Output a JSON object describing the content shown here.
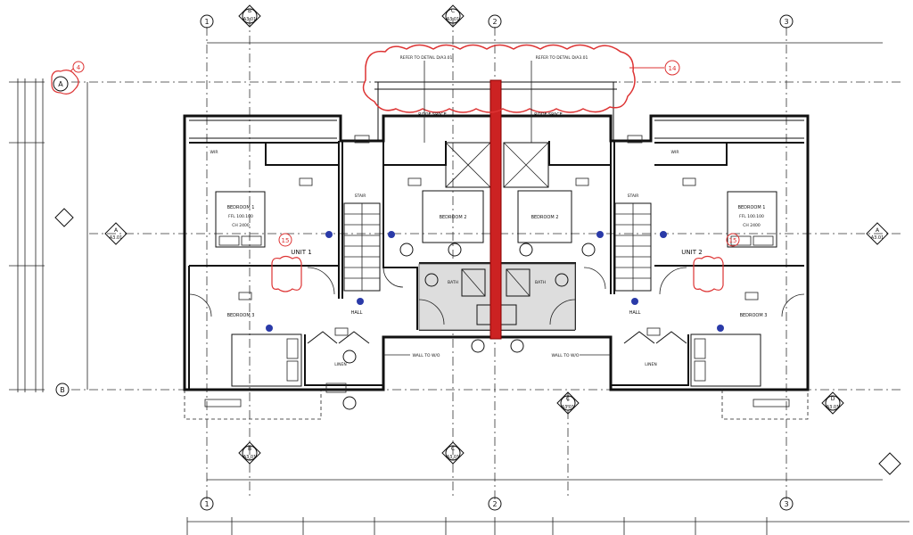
{
  "grid": {
    "columns": [
      "1",
      "2",
      "3"
    ],
    "rows": [
      "A",
      "B"
    ]
  },
  "sections": {
    "top_left": {
      "letter": "B",
      "sheet": "A3.01"
    },
    "top_mid": {
      "letter": "C",
      "sheet": "A3.01"
    },
    "bottom_left": {
      "letter": "B",
      "sheet": "A3.01"
    },
    "bottom_mid": {
      "letter": "C",
      "sheet": "A3.01"
    },
    "bottom_c": {
      "letter": "C",
      "sheet": "A3.01"
    },
    "bottom_d": {
      "letter": "D",
      "sheet": "A3.01"
    },
    "left_a": {
      "letter": "A",
      "sheet": "A3.01"
    },
    "right_a": {
      "letter": "A",
      "sheet": "A3.01"
    }
  },
  "revisions": {
    "rev4": "4",
    "rev14": "14",
    "rev15a": "15",
    "rev15b": "15"
  },
  "labels": {
    "roof_left": "ROOF SPACE",
    "roof_right": "ROOF SPACE",
    "bedroom2_left": "BEDROOM 2",
    "bedroom2_right": "BEDROOM 2",
    "bedroom1": "BEDROOM 1",
    "bedroom1_note1": "FFL 100.100",
    "bedroom1_note2": "CH 2400",
    "bedroom1_r": "BEDROOM 1",
    "bedroom1_r_note1": "FFL 100.100",
    "bedroom1_r_note2": "CH 2400",
    "unit1": "UNIT 1",
    "unit2": "UNIT 2",
    "bedroom3_left": "BEDROOM 3",
    "bedroom3_right": "BEDROOM 3",
    "hall_left": "HALL",
    "hall_right": "HALL",
    "stair_left": "STAIR",
    "stair_right": "STAIR",
    "linen_left": "LINEN",
    "linen_right": "LINEN",
    "wir_left": "WIR",
    "wir_right": "WIR",
    "bath_left": "BATH",
    "bath_right": "BATH",
    "wall_left": "WALL TO W/O",
    "wall_right": "WALL TO W/O",
    "roof_detail_left": "REFER TO DETAIL D/A3.01",
    "roof_detail_right": "REFER TO DETAIL D/A3.01"
  }
}
